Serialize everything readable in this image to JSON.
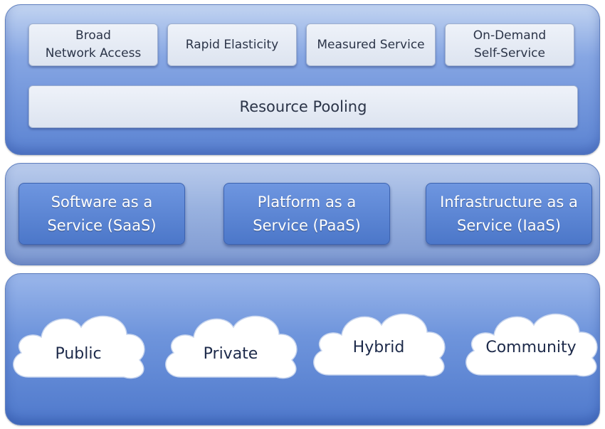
{
  "essential_characteristics": {
    "items": [
      {
        "label": "Broad\nNetwork Access"
      },
      {
        "label": "Rapid Elasticity"
      },
      {
        "label": "Measured Service"
      },
      {
        "label": "On-Demand\nSelf-Service"
      }
    ],
    "resource_pooling": "Resource Pooling"
  },
  "service_models": [
    {
      "label": "Software as a\nService (SaaS)"
    },
    {
      "label": "Platform as a\nService (PaaS)"
    },
    {
      "label": "Infrastructure as a\nService (IaaS)"
    }
  ],
  "deployment_models": [
    {
      "label": "Public",
      "icon": "cloud-icon"
    },
    {
      "label": "Private",
      "icon": "cloud-icon"
    },
    {
      "label": "Hybrid",
      "icon": "cloud-icon"
    },
    {
      "label": "Community",
      "icon": "cloud-icon"
    }
  ],
  "colors": {
    "layer_blue": "#5b83d2",
    "box_light": "#dde4f0",
    "service_blue": "#4c77c9",
    "cloud_white": "#ffffff"
  }
}
